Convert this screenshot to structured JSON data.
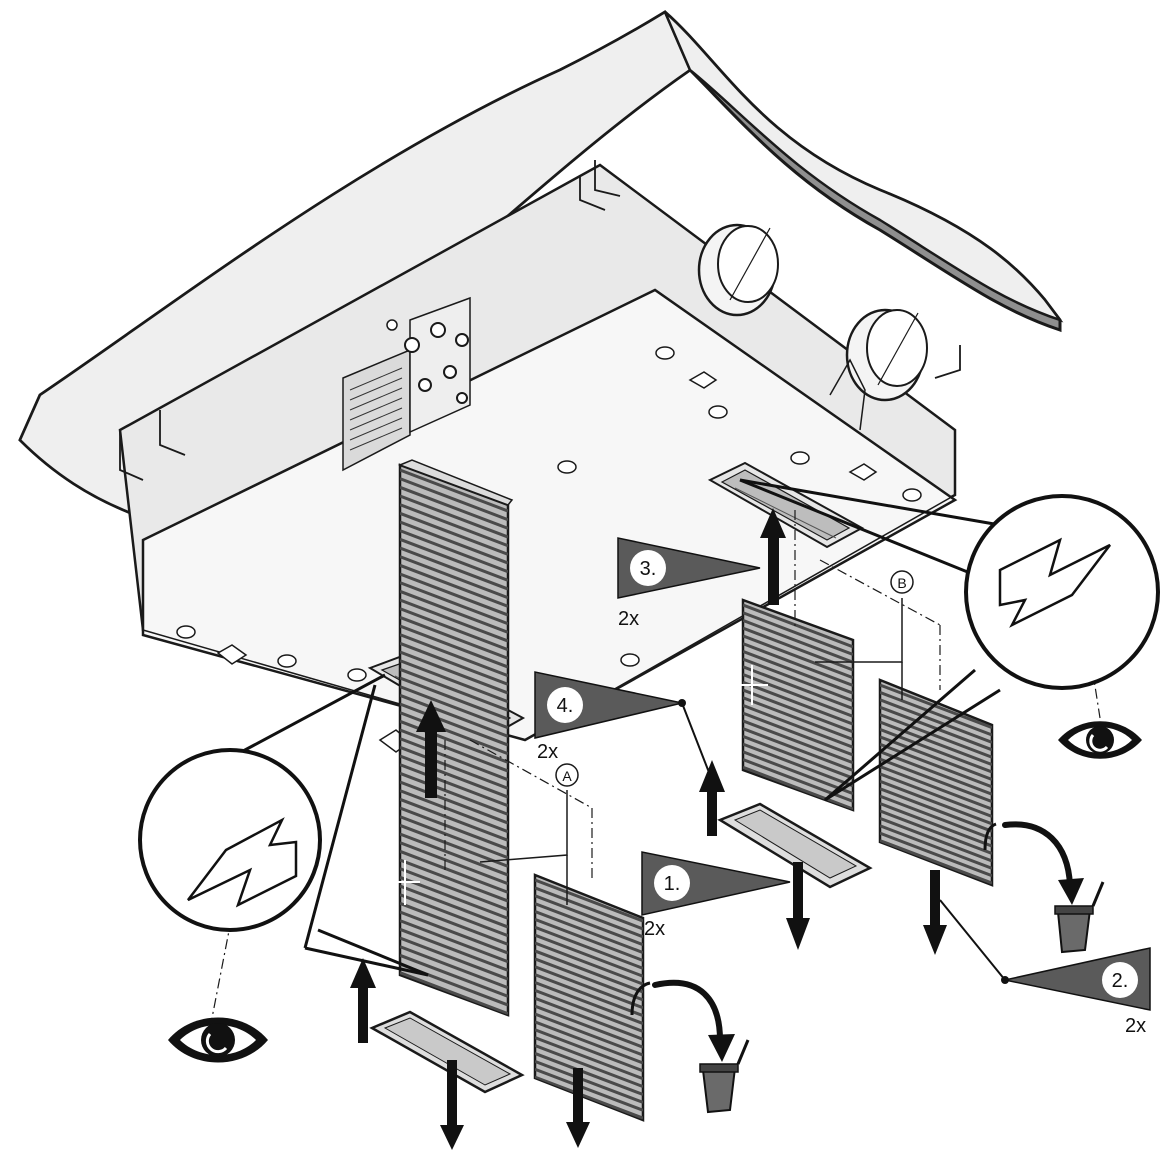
{
  "steps": [
    {
      "id": "step-1",
      "number": "1.",
      "count": "2x"
    },
    {
      "id": "step-2",
      "number": "2.",
      "count": "2x"
    },
    {
      "id": "step-3",
      "number": "3.",
      "count": "2x"
    },
    {
      "id": "step-4",
      "number": "4.",
      "count": "2x"
    }
  ],
  "callouts": {
    "a": "A",
    "b": "B"
  },
  "icons": {
    "eye": "eye-icon",
    "arrow": "airflow-direction-arrow-icon",
    "bin": "waste-bin-icon",
    "move": "move-arrow-icon"
  },
  "colors": {
    "surface": "#efefef",
    "unit_face": "#f7f7f7",
    "panel_fill": "#eaeaea",
    "wall_dark": "#8f8f8f",
    "marker_fill": "#5a5a5a",
    "line": "#1a1a1a",
    "filter_stripe": "#4a4a4a"
  }
}
